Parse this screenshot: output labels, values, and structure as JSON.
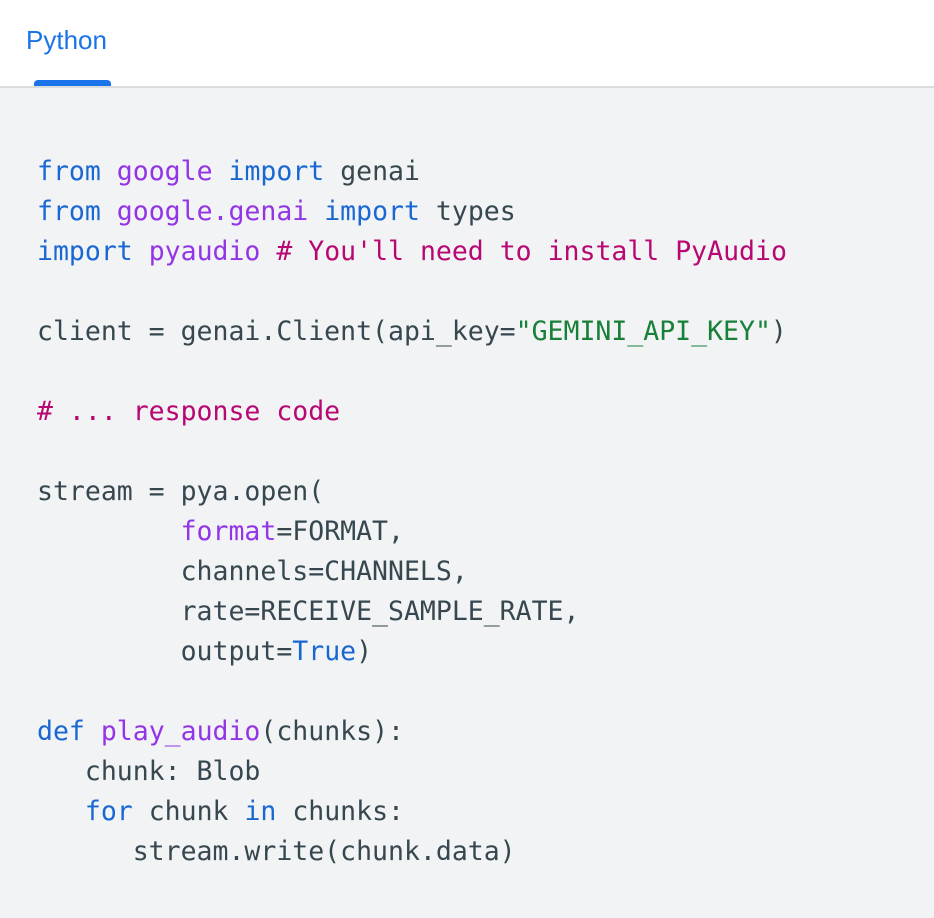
{
  "tabs": [
    {
      "label": "Python",
      "active": true
    }
  ],
  "colors": {
    "accent": "#1a73e8",
    "keyword": "#1967d2",
    "module": "#9334e6",
    "comment": "#b80672",
    "string": "#188038",
    "plain": "#37474f",
    "code_bg": "#f1f3f4"
  },
  "code": {
    "language": "Python",
    "lines": [
      [
        {
          "t": "kw",
          "v": "from"
        },
        {
          "t": "pl",
          "v": " "
        },
        {
          "t": "mod",
          "v": "google"
        },
        {
          "t": "pl",
          "v": " "
        },
        {
          "t": "kw",
          "v": "import"
        },
        {
          "t": "pl",
          "v": " genai"
        }
      ],
      [
        {
          "t": "kw",
          "v": "from"
        },
        {
          "t": "pl",
          "v": " "
        },
        {
          "t": "mod",
          "v": "google.genai"
        },
        {
          "t": "pl",
          "v": " "
        },
        {
          "t": "kw",
          "v": "import"
        },
        {
          "t": "pl",
          "v": " types"
        }
      ],
      [
        {
          "t": "kw",
          "v": "import"
        },
        {
          "t": "pl",
          "v": " "
        },
        {
          "t": "mod",
          "v": "pyaudio"
        },
        {
          "t": "pl",
          "v": " "
        },
        {
          "t": "cm",
          "v": "# You'll need to install PyAudio"
        }
      ],
      [],
      [
        {
          "t": "pl",
          "v": "client = genai.Client(api_key="
        },
        {
          "t": "str",
          "v": "\"GEMINI_API_KEY\""
        },
        {
          "t": "pl",
          "v": ")"
        }
      ],
      [],
      [
        {
          "t": "cm",
          "v": "# ... response code"
        }
      ],
      [],
      [
        {
          "t": "pl",
          "v": "stream = pya.open("
        }
      ],
      [
        {
          "t": "pl",
          "v": "         "
        },
        {
          "t": "fn",
          "v": "format"
        },
        {
          "t": "pl",
          "v": "=FORMAT,"
        }
      ],
      [
        {
          "t": "pl",
          "v": "         channels=CHANNELS,"
        }
      ],
      [
        {
          "t": "pl",
          "v": "         rate=RECEIVE_SAMPLE_RATE,"
        }
      ],
      [
        {
          "t": "pl",
          "v": "         output="
        },
        {
          "t": "kw",
          "v": "True"
        },
        {
          "t": "pl",
          "v": ")"
        }
      ],
      [],
      [
        {
          "t": "kw",
          "v": "def"
        },
        {
          "t": "pl",
          "v": " "
        },
        {
          "t": "fn",
          "v": "play_audio"
        },
        {
          "t": "pl",
          "v": "(chunks):"
        }
      ],
      [
        {
          "t": "pl",
          "v": "   chunk: Blob"
        }
      ],
      [
        {
          "t": "pl",
          "v": "   "
        },
        {
          "t": "kw",
          "v": "for"
        },
        {
          "t": "pl",
          "v": " chunk "
        },
        {
          "t": "kw",
          "v": "in"
        },
        {
          "t": "pl",
          "v": " chunks:"
        }
      ],
      [
        {
          "t": "pl",
          "v": "      stream.write(chunk.data)"
        }
      ]
    ]
  }
}
